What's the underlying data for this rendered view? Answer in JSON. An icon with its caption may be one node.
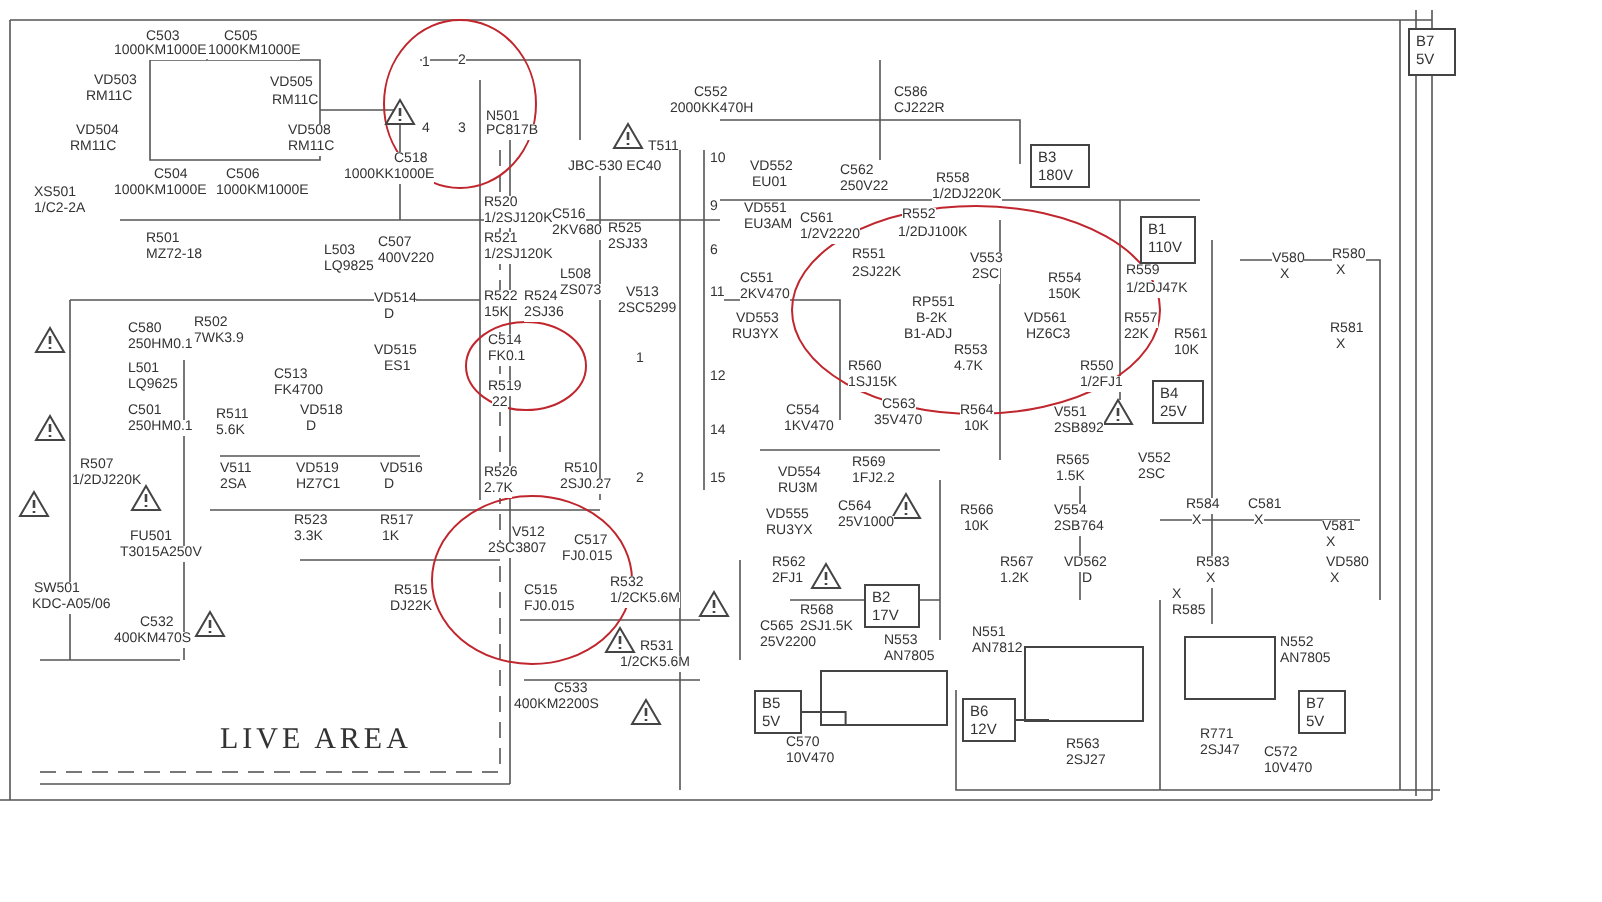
{
  "diagram": {
    "nodes": [
      {
        "text": [
          "B7",
          "5V"
        ]
      },
      {
        "text": [
          "B3",
          "180V"
        ]
      },
      {
        "text": [
          "B1",
          "110V"
        ]
      },
      {
        "text": [
          "B4",
          "25V"
        ]
      },
      {
        "text": [
          "B2",
          "17V"
        ]
      },
      {
        "text": [
          "N553",
          "AN7805"
        ]
      },
      {
        "text": [
          "N551",
          "AN7812"
        ]
      },
      {
        "text": [
          "N552",
          "AN7805"
        ]
      },
      {
        "text": [
          "B5",
          "5V"
        ]
      },
      {
        "text": [
          "B6",
          "12V"
        ]
      },
      {
        "text": [
          "B7",
          "5V"
        ]
      }
    ],
    "edges": [
      {
        "from": 5,
        "to": 8,
        "arrow": "none"
      },
      {
        "from": 6,
        "to": 9,
        "arrow": "none"
      }
    ],
    "labels": [
      "C503",
      "1000KM1000E",
      "C505",
      "1000KM1000E",
      "VD503",
      "RM11C",
      "VD505",
      "RM11C",
      "VD504",
      "RM11C",
      "VD508",
      "RM11C",
      "XS501",
      "1/C2-2A",
      "C504",
      "1000KM1000E",
      "C506",
      "1000KM1000E",
      "C518",
      "1000KK1000E",
      "1",
      "2",
      "4",
      "3",
      "N501",
      "PC817B",
      "R501",
      "MZ72-18",
      "L503",
      "LQ9825",
      "C507",
      "400V220",
      "R520",
      "1/2SJ120K",
      "R521",
      "1/2SJ120K",
      "C516",
      "2KV680",
      "R525",
      "2SJ33",
      "VD514",
      "D",
      "R522",
      "15K",
      "R524",
      "2SJ36",
      "L508",
      "ZS073",
      "V513",
      "2SC5299",
      "C580",
      "250HM0.1",
      "R502",
      "7WK3.9",
      "VD515",
      "ES1",
      "C514",
      "FK0.1",
      "R519",
      "22",
      "L501",
      "LQ9625",
      "C513",
      "FK4700",
      "C501",
      "250HM0.1",
      "R511",
      "5.6K",
      "VD518",
      "D",
      "C552",
      "2000KK470H",
      "C586",
      "CJ222R",
      "T511",
      "JBC-530 EC40",
      "VD552",
      "EU01",
      "C562",
      "250V22",
      "R558",
      "1/2DJ220K",
      "VD551",
      "EU3AM",
      "C561",
      "1/2V2220",
      "R552",
      "1/2DJ100K",
      "C551",
      "2KV470",
      "R551",
      "2SJ22K",
      "V553",
      "2SC",
      "R554",
      "150K",
      "R559",
      "1/2DJ47K",
      "RP551",
      "VD553",
      "B-2K",
      "VD561",
      "R557",
      "RU3YX",
      "B1-ADJ",
      "HZ6C3",
      "22K",
      "R561",
      "R553",
      "10K",
      "R560",
      "4.7K",
      "R550",
      "1SJ15K",
      "1/2FJ1",
      "C554",
      "1KV470",
      "C563",
      "35V470",
      "R564",
      "10K",
      "V551",
      "2SB892",
      "10",
      "9",
      "6",
      "11",
      "1",
      "12",
      "14",
      "2",
      "15",
      "V580",
      "X",
      "R580",
      "X",
      "R581",
      "X",
      "R507",
      "1/2DJ220K",
      "V511",
      "2SA",
      "VD519",
      "HZ7C1",
      "VD516",
      "D",
      "R526",
      "2.7K",
      "R510",
      "2SJ0.27",
      "R523",
      "3.3K",
      "R517",
      "1K",
      "V512",
      "2SC3807",
      "C517",
      "FJ0.015",
      "FU501",
      "T3015A250V",
      "SW501",
      "KDC-A05/06",
      "R515",
      "DJ22K",
      "C515",
      "FJ0.015",
      "R532",
      "1/2CK5.6M",
      "C532",
      "400KM470S",
      "R531",
      "1/2CK5.6M",
      "C533",
      "400KM2200S",
      "LIVE AREA",
      "R569",
      "1FJ2.2",
      "VD554",
      "RU3M",
      "C564",
      "25V1000",
      "VD555",
      "RU3YX",
      "R565",
      "1.5K",
      "V552",
      "2SC",
      "R566",
      "10K",
      "V554",
      "2SB764",
      "R584",
      "C581",
      "X",
      "X",
      "V581",
      "X",
      "R562",
      "R567",
      "VD562",
      "R583",
      "VD580",
      "2FJ1",
      "1.2K",
      "D",
      "X",
      "X",
      "X",
      "R568",
      "R585",
      "C565",
      "2SJ1.5K",
      "25V2200",
      "C570",
      "10V470",
      "R563",
      "2SJ27",
      "R771",
      "2SJ47",
      "C572",
      "10V470"
    ]
  }
}
